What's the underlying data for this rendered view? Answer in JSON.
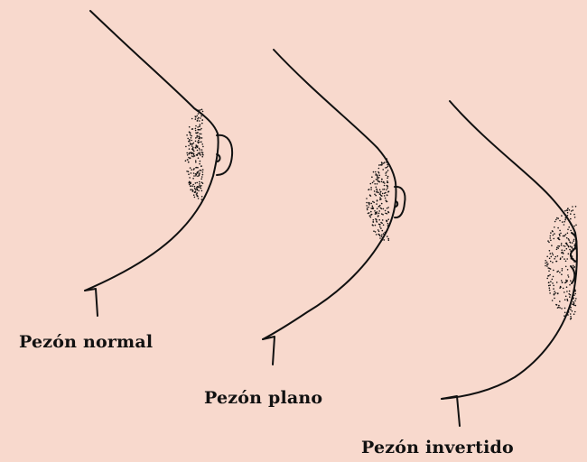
{
  "colors": {
    "background": "#f8d9cd",
    "ink": "#111111"
  },
  "figures": [
    {
      "id": "normal",
      "label": "Pezón normal"
    },
    {
      "id": "plano",
      "label": "Pezón plano"
    },
    {
      "id": "invertido",
      "label": "Pezón invertido"
    }
  ]
}
